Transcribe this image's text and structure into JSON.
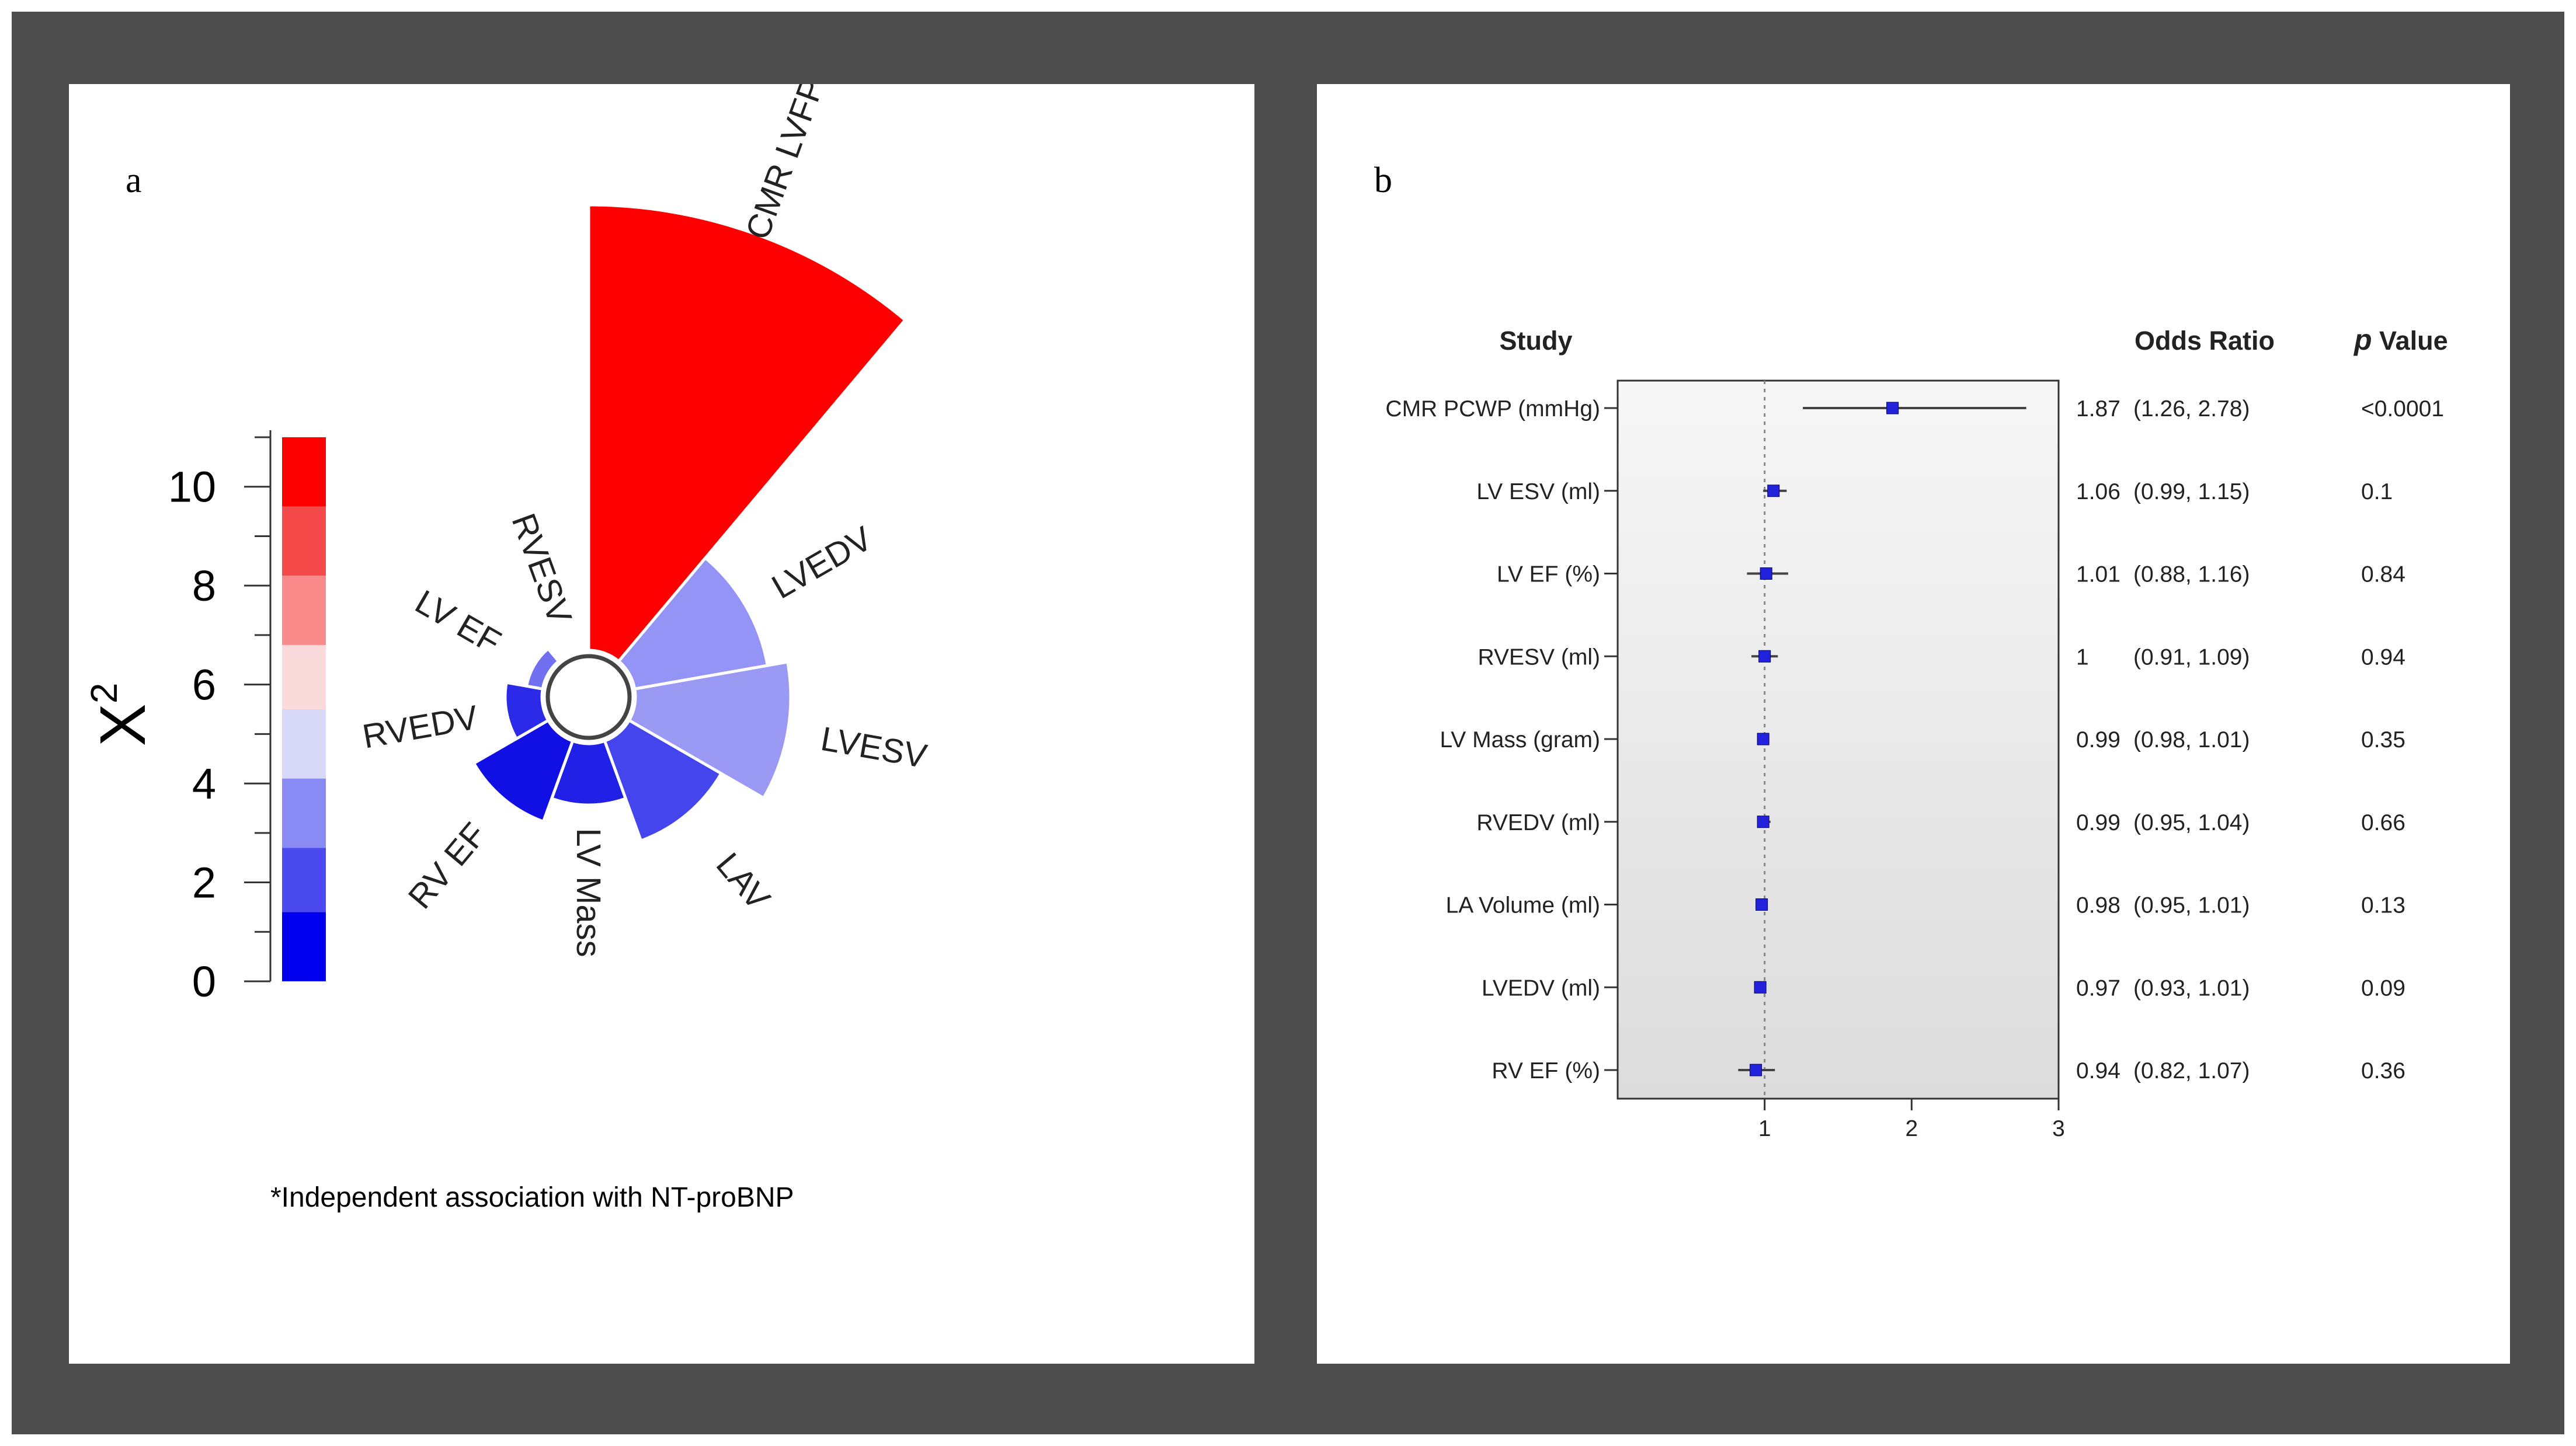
{
  "chart_data": [
    {
      "type": "radial-bar",
      "panel_label": "a",
      "colorbar": {
        "label": "X",
        "label_superscript": "2",
        "ticks": [
          0,
          2,
          4,
          6,
          8,
          10
        ],
        "range": [
          0,
          11
        ],
        "bands": [
          {
            "from": 0,
            "to": 1.4,
            "color": "#0000ee"
          },
          {
            "from": 1.4,
            "to": 2.7,
            "color": "#4a4aee"
          },
          {
            "from": 2.7,
            "to": 4.1,
            "color": "#8a8af5"
          },
          {
            "from": 4.1,
            "to": 5.5,
            "color": "#d8d8f8"
          },
          {
            "from": 5.5,
            "to": 6.8,
            "color": "#fadada"
          },
          {
            "from": 6.8,
            "to": 8.2,
            "color": "#f88a8a"
          },
          {
            "from": 8.2,
            "to": 9.6,
            "color": "#f54a4a"
          },
          {
            "from": 9.6,
            "to": 11,
            "color": "#ff0000"
          }
        ]
      },
      "categories": [
        "CMR LVFP*",
        "LVEDV",
        "LVESV",
        "LAV",
        "LV Mass",
        "RV EF",
        "RVEDV",
        "LV EF",
        "RVESV"
      ],
      "values": [
        10.9,
        3.3,
        3.8,
        2.6,
        1.5,
        2.1,
        0.9,
        0.4,
        0.06
      ],
      "colors": [
        "#ff0000",
        "#9494f7",
        "#9a9af5",
        "#4545ee",
        "#2020e6",
        "#1010e4",
        "#2a2ae8",
        "#7070f0",
        "#aaaaf4"
      ],
      "footnote": "*Independent association with NT-proBNP"
    },
    {
      "type": "forest",
      "panel_label": "b",
      "headers": {
        "study": "Study",
        "odds_ratio": "Odds Ratio",
        "p_bold": "p",
        "p_rest": " Value"
      },
      "xlim": [
        0,
        3
      ],
      "xticks": [
        1,
        2,
        3
      ],
      "reference_line": 1,
      "rows": [
        {
          "label": "CMR PCWP (mmHg)",
          "or": 1.87,
          "low": 1.26,
          "high": 2.78,
          "or_text": "1.87",
          "ci_text": "(1.26, 2.78)",
          "p_text": "<0.0001"
        },
        {
          "label": "LV ESV (ml)",
          "or": 1.06,
          "low": 0.99,
          "high": 1.15,
          "or_text": "1.06",
          "ci_text": "(0.99, 1.15)",
          "p_text": "0.1"
        },
        {
          "label": "LV EF (%)",
          "or": 1.01,
          "low": 0.88,
          "high": 1.16,
          "or_text": "1.01",
          "ci_text": "(0.88, 1.16)",
          "p_text": "0.84"
        },
        {
          "label": "RVESV (ml)",
          "or": 1.0,
          "low": 0.91,
          "high": 1.09,
          "or_text": "1",
          "ci_text": "(0.91, 1.09)",
          "p_text": "0.94"
        },
        {
          "label": "LV Mass (gram)",
          "or": 0.99,
          "low": 0.98,
          "high": 1.01,
          "or_text": "0.99",
          "ci_text": "(0.98, 1.01)",
          "p_text": "0.35"
        },
        {
          "label": "RVEDV (ml)",
          "or": 0.99,
          "low": 0.95,
          "high": 1.04,
          "or_text": "0.99",
          "ci_text": "(0.95, 1.04)",
          "p_text": "0.66"
        },
        {
          "label": "LA Volume (ml)",
          "or": 0.98,
          "low": 0.95,
          "high": 1.01,
          "or_text": "0.98",
          "ci_text": "(0.95, 1.01)",
          "p_text": "0.13"
        },
        {
          "label": "LVEDV (ml)",
          "or": 0.97,
          "low": 0.93,
          "high": 1.01,
          "or_text": "0.97",
          "ci_text": "(0.93, 1.01)",
          "p_text": "0.09"
        },
        {
          "label": "RV EF (%)",
          "or": 0.94,
          "low": 0.82,
          "high": 1.07,
          "or_text": "0.94",
          "ci_text": "(0.82, 1.07)",
          "p_text": "0.36"
        }
      ]
    }
  ]
}
